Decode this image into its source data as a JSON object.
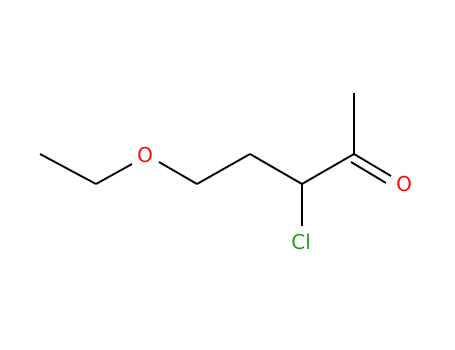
{
  "molecule": {
    "atoms": {
      "oxygen_ether": {
        "symbol": "O",
        "color": "#ff0d0d"
      },
      "chlorine": {
        "symbol": "Cl",
        "color": "#1fa01f"
      },
      "oxygen_carbonyl": {
        "symbol": "O",
        "color": "#ff0d0d"
      }
    },
    "bond_color": "#000000",
    "background": "#ffffff"
  }
}
